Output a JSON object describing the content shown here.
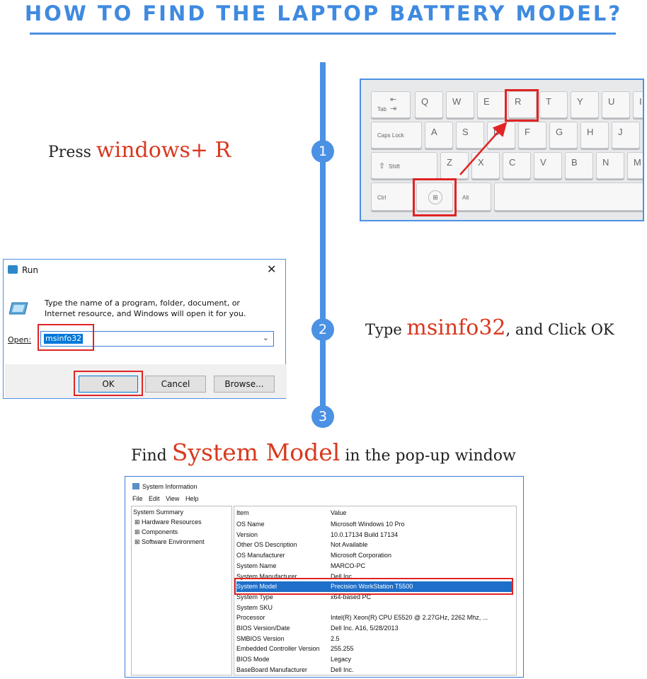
{
  "title": "HOW TO FIND THE LAPTOP BATTERY MODEL?",
  "steps": {
    "one": {
      "number": "1",
      "prefix": "Press ",
      "highlight": "windows+ R",
      "suffix": ""
    },
    "two": {
      "number": "2",
      "prefix": "Type ",
      "highlight": "msinfo32",
      "suffix": ", and Click OK"
    },
    "three": {
      "number": "3",
      "prefix": "Find ",
      "highlight": "System Model",
      "suffix": " in the pop-up window"
    }
  },
  "keyboard": {
    "row1": [
      "Tab",
      "Q",
      "W",
      "E",
      "R",
      "T",
      "Y",
      "U",
      "I"
    ],
    "row2": [
      "Caps Lock",
      "A",
      "S",
      "D",
      "F",
      "G",
      "H",
      "J"
    ],
    "row3": [
      "Shift",
      "Z",
      "X",
      "C",
      "V",
      "B",
      "N",
      "M"
    ],
    "row4": [
      "Ctrl",
      "Alt"
    ]
  },
  "run_dialog": {
    "title": "Run",
    "close": "✕",
    "description": "Type the name of a program, folder, document, or Internet resource, and Windows will open it for you.",
    "open_label": "Open:",
    "open_value": "msinfo32",
    "ok": "OK",
    "cancel": "Cancel",
    "browse": "Browse..."
  },
  "system_info": {
    "window_title": "System Information",
    "menu": [
      "File",
      "Edit",
      "View",
      "Help"
    ],
    "tree": [
      "System Summary",
      "Hardware Resources",
      "Components",
      "Software Environment"
    ],
    "columns": {
      "item": "Item",
      "value": "Value"
    },
    "rows": [
      {
        "item": "OS Name",
        "value": "Microsoft Windows 10 Pro"
      },
      {
        "item": "Version",
        "value": "10.0.17134 Build 17134"
      },
      {
        "item": "Other OS Description",
        "value": "Not Available"
      },
      {
        "item": "OS Manufacturer",
        "value": "Microsoft Corporation"
      },
      {
        "item": "System Name",
        "value": "MARCO-PC"
      },
      {
        "item": "System Manufacturer",
        "value": "Dell Inc"
      },
      {
        "item": "System Model",
        "value": "Precision WorkStation T5500"
      },
      {
        "item": "System Type",
        "value": "x64-based PC"
      },
      {
        "item": "System SKU",
        "value": ""
      },
      {
        "item": "Processor",
        "value": "Intel(R) Xeon(R) CPU        E5520  @ 2.27GHz, 2262 Mhz, ..."
      },
      {
        "item": "BIOS Version/Date",
        "value": "Dell Inc. A16, 5/28/2013"
      },
      {
        "item": "SMBIOS Version",
        "value": "2.5"
      },
      {
        "item": "Embedded Controller Version",
        "value": "255.255"
      },
      {
        "item": "BIOS Mode",
        "value": "Legacy"
      },
      {
        "item": "BaseBoard Manufacturer",
        "value": "Dell Inc."
      }
    ],
    "selected_row": "System Model"
  },
  "colors": {
    "accent": "#4b91e4",
    "highlight_text": "#d9381e",
    "red_box": "#e02424"
  }
}
